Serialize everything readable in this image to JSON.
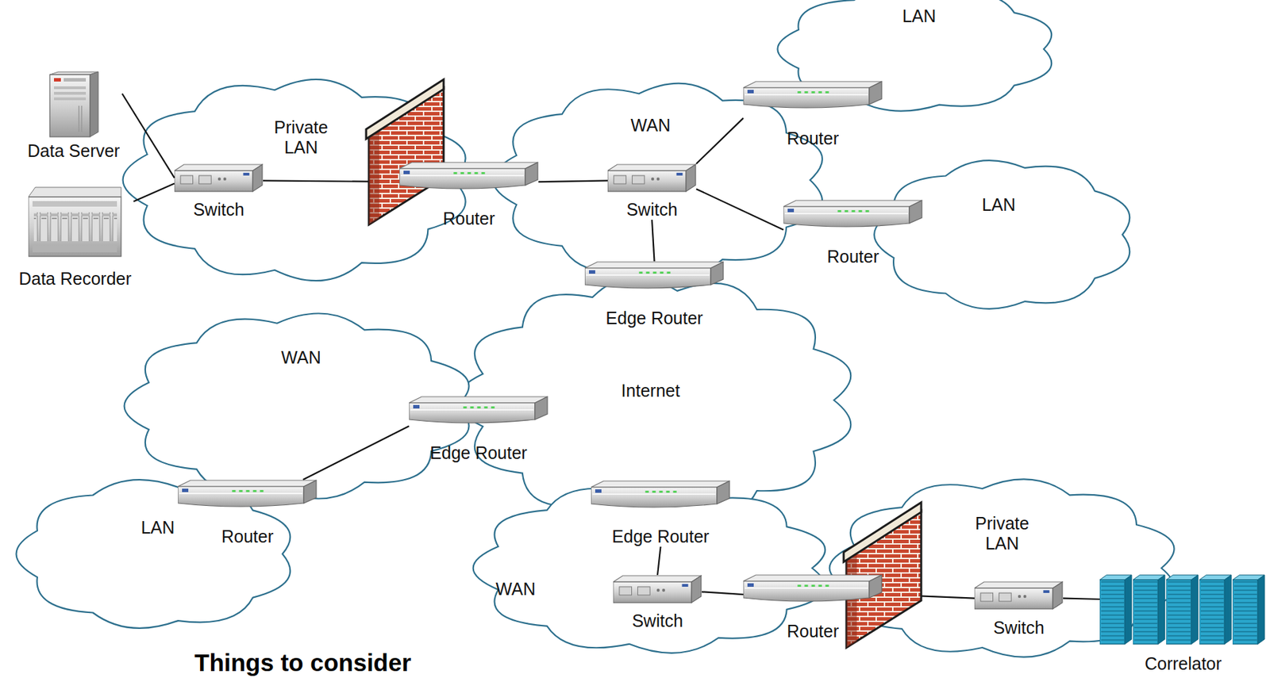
{
  "diagram": {
    "title": "Things to consider",
    "nodes": [
      {
        "text": [
          "Data Server"
        ]
      },
      {
        "text": [
          "Private LAN"
        ]
      },
      {
        "text": [
          "Switch"
        ],
        "in": 1
      },
      {
        "text": [
          "Data Recorder"
        ]
      },
      {
        "text": [
          "Router"
        ]
      },
      {
        "text": [
          "WAN"
        ]
      },
      {
        "text": [
          "Switch"
        ],
        "in": 5
      },
      {
        "text": [
          "LAN"
        ]
      },
      {
        "text": [
          "Router"
        ]
      },
      {
        "text": [
          "LAN"
        ]
      },
      {
        "text": [
          "Router"
        ]
      },
      {
        "text": [
          "Edge Router"
        ]
      },
      {
        "text": [
          "Internet"
        ]
      },
      {
        "text": [
          "WAN"
        ]
      },
      {
        "text": [
          "Edge Router"
        ]
      },
      {
        "text": [
          "LAN"
        ]
      },
      {
        "text": [
          "Router"
        ]
      },
      {
        "text": [
          "WAN"
        ]
      },
      {
        "text": [
          "Edge Router"
        ]
      },
      {
        "text": [
          "Switch"
        ],
        "in": 17
      },
      {
        "text": [
          "Router"
        ]
      },
      {
        "text": [
          "Private LAN"
        ]
      },
      {
        "text": [
          "Switch"
        ],
        "in": 21
      },
      {
        "text": [
          "Correlator"
        ]
      }
    ],
    "edges": [
      {
        "from": 0,
        "to": 2,
        "arrow": "none"
      },
      {
        "from": 3,
        "to": 2,
        "arrow": "none"
      },
      {
        "from": 2,
        "to": 4,
        "arrow": "none"
      },
      {
        "from": 4,
        "to": 6,
        "arrow": "none"
      },
      {
        "from": 6,
        "to": 8,
        "arrow": "none"
      },
      {
        "from": 6,
        "to": 10,
        "arrow": "none"
      },
      {
        "from": 6,
        "to": 11,
        "arrow": "none"
      },
      {
        "from": 14,
        "to": 16,
        "arrow": "none"
      },
      {
        "from": 18,
        "to": 19,
        "arrow": "none"
      },
      {
        "from": 19,
        "to": 20,
        "arrow": "none"
      },
      {
        "from": 20,
        "to": 22,
        "arrow": "none"
      },
      {
        "from": 22,
        "to": 23,
        "arrow": "none"
      }
    ]
  }
}
